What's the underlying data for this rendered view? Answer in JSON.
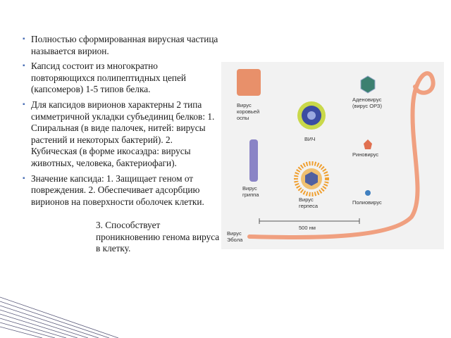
{
  "bullets": [
    "Полностью сформированная вирусная частица называется вирион.",
    "Капсид состоит из многократно повторяющихся полипептидных цепей (капсомеров) 1-5 типов белка.",
    "Для капсидов вирионов характерны 2 типа симметричной укладки субъединиц белков: 1. Спиральная (в виде палочек, нитей: вирусы растений и некоторых бактерий). 2. Кубическая (в форме икосаэдра: вирусы животных, человека, бактериофаги).",
    "Значение капсида: 1. Защищает геном от повреждения. 2. Обеспечивает адсорбцию вирионов на поверхности оболочек клетки."
  ],
  "bullet_extra": "3. Способствует проникновению генома вируса в клетку.",
  "figure": {
    "labels": {
      "smallpox": [
        "Вирус",
        "коровьей",
        "оспы"
      ],
      "hiv": "ВИЧ",
      "adeno": [
        "Аденовирус",
        "(вирус ОРЗ)"
      ],
      "rhino": "Риновирус",
      "flu": [
        "Вирус",
        "гриппа"
      ],
      "herpes": [
        "Вирус",
        "герпеса"
      ],
      "polio": "Полиовирус",
      "ebola": [
        "Вирус",
        "Эбола"
      ],
      "scale": "500 нм"
    },
    "colors": {
      "smallpox": "#e8906a",
      "hiv_outer": "#c9d84a",
      "hiv_inner": "#3b4ca3",
      "flu": "#8a84c6",
      "herpes_spikes": "#f0a030",
      "herpes_core": "#5060a0",
      "rhino": "#e07050",
      "polio": "#4080c0",
      "adeno": "#3c8070",
      "ebola": "#f0a080"
    }
  }
}
